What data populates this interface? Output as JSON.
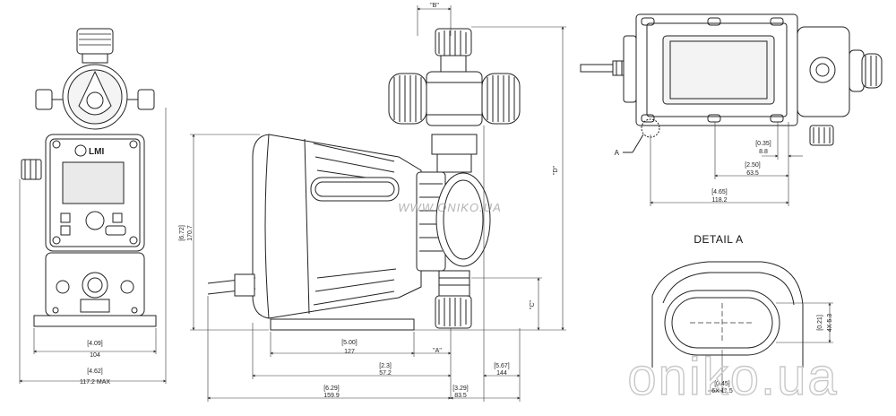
{
  "front_view": {
    "logo": "LMI",
    "width_in": "[4.09]",
    "width_mm": "104",
    "max_width_in": "[4.62]",
    "max_width_mm": "117.2 MAX"
  },
  "side_view": {
    "height_in": "[6.72]",
    "height_mm": "170.7",
    "d1_in": "[5.00]",
    "d1_mm": "127",
    "d2_in": "[2.3]",
    "d2_mm": "57.2",
    "d3_in": "[6.29]",
    "d3_mm": "159.9",
    "d4_in": "[3.29]",
    "d4_mm": "83.5",
    "d5_in": "[5.67]",
    "d5_mm": "144",
    "label_a": "\"A\"",
    "label_b": "\"B\"",
    "label_c": "\"C\"",
    "label_d": "\"D\""
  },
  "top_view": {
    "callout": "A",
    "d1_in": "[0.35]",
    "d1_mm": "8.8",
    "d2_in": "[2.50]",
    "d2_mm": "63.5",
    "d3_in": "[4.65]",
    "d3_mm": "118.2"
  },
  "detail": {
    "title": "DETAIL A",
    "h_in": "[0.21]",
    "h_mm": "4X 5.3",
    "w_in": "[0.45]",
    "w_mm": "6X 11.5"
  },
  "watermarks": {
    "small": "WWW.ONIKO.UA",
    "big": "oniko.ua"
  }
}
